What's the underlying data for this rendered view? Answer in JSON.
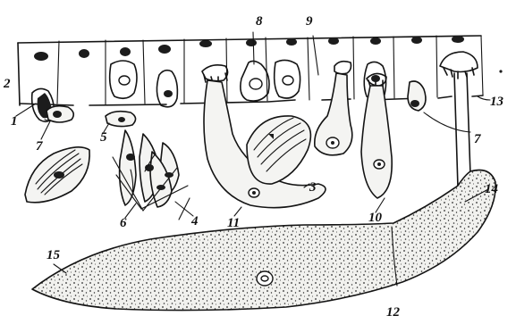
{
  "labels": {
    "l1": "1",
    "l2": "2",
    "l3": "3",
    "l4": "4",
    "l5": "5",
    "l6": "6",
    "l7a": "7",
    "l7b": "7",
    "l8": "8",
    "l9": "9",
    "l10": "10",
    "l11": "11",
    "l12": "12",
    "l13": "13",
    "l14": "14",
    "l15": "15"
  },
  "colors": {
    "ink": "#141414",
    "paper": "#ffffff"
  }
}
